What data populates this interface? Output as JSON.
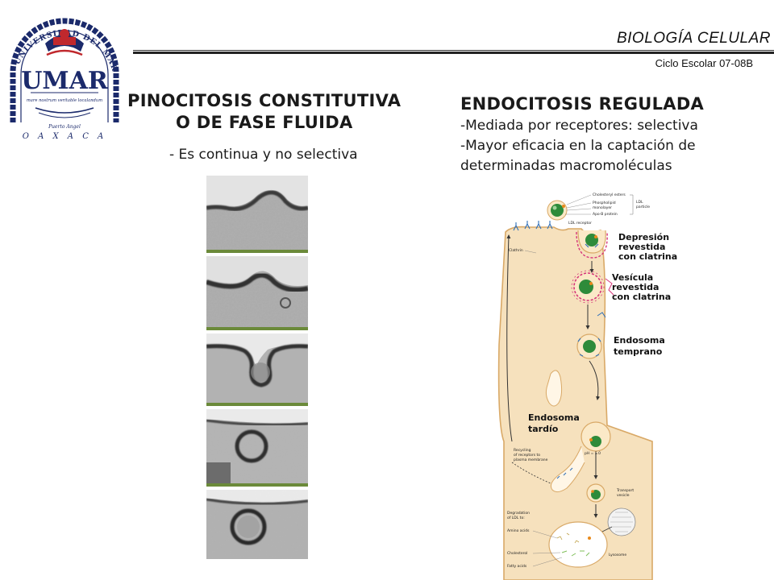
{
  "header": {
    "course_title": "BIOLOGÍA CELULAR",
    "cycle": "Ciclo Escolar 07-08B"
  },
  "logo": {
    "ring_text": "UNIVERSIDAD DEL MAR",
    "monogram": "UMAR",
    "motto": "mare nostrum veritable localandum",
    "place": "Puerto Angel",
    "state": "O A X A C A"
  },
  "left": {
    "title_line1": "PINOCITOSIS CONSTITUTIVA",
    "title_line2": "O DE FASE FLUIDA",
    "bullet": "- Es continua y no selectiva"
  },
  "right": {
    "title": "ENDOCITOSIS REGULADA",
    "bullet1": "-Mediada por receptores: selectiva",
    "bullet2": "-Mayor eficacia en la captación de",
    "bullet3": "determinadas macromoléculas"
  },
  "diagram": {
    "big": {
      "depresion_1": "Depresión",
      "depresion_2": "revestida",
      "depresion_3": "con clatrina",
      "vesicula_1": "Vesícula",
      "vesicula_2": "revestida",
      "vesicula_3": "con clatrina",
      "endo_temp_1": "Endosoma",
      "endo_temp_2": "temprano",
      "endo_tard_1": "Endosoma",
      "endo_tard_2": "tardío"
    },
    "small": {
      "chol_ester": "Cholesteryl esters",
      "phospholipid": "Phospholipid",
      "monolayer": "monolayer",
      "apob": "Apo-B protein",
      "ldl": "LDL",
      "particle": "particle",
      "ldl_receptor": "LDL receptor",
      "clathrin": "Clathrin",
      "recycling_1": "Recycling",
      "recycling_2": "of receptors to",
      "recycling_3": "plasma membrane",
      "ph": "pH = 5.0",
      "transport_1": "Transport",
      "transport_2": "vesicle",
      "degradation_1": "Degradation",
      "degradation_2": "of LDL to:",
      "amino_acids": "Amino acids",
      "cholesterol": "Cholesterol",
      "fatty_acids": "Fatty acids",
      "lysosome": "Lysosome"
    }
  },
  "colors": {
    "cytoplasm": "#f6e1bd",
    "membrane": "#d9a967",
    "receptor": "#2f6fb8",
    "clathrin": "#d6357a",
    "ldl": "#2e8b3a",
    "apob": "#e8891c"
  }
}
